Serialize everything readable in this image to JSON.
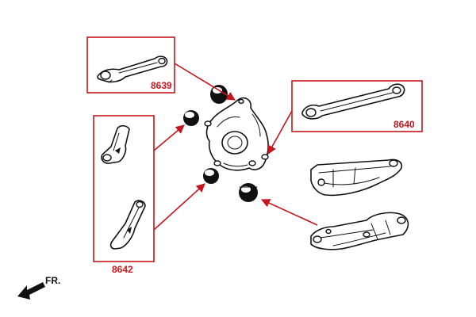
{
  "colors": {
    "accent": "#c4161c",
    "ink": "#111111"
  },
  "labels": {
    "part_8639": "8639",
    "part_8640": "8640",
    "part_8642": "8642",
    "front": "FR."
  },
  "icons": {
    "front_direction": "arrow-left-down-icon"
  }
}
